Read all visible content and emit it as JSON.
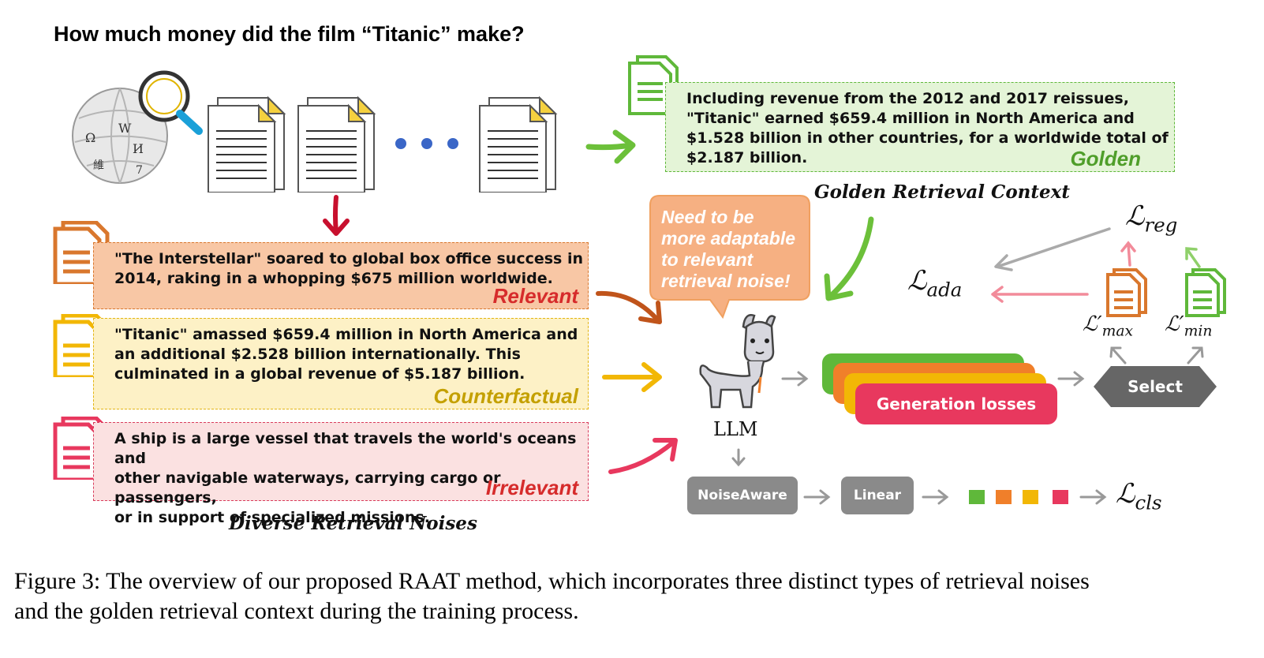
{
  "question": "How much money did the film “Titanic” make?",
  "golden": {
    "text": "Including revenue from the 2012 and 2017 reissues,\n\"Titanic\" earned $659.4 million in North America and\n$1.528 billion in other countries, for a worldwide total of\n$2.187 billion.",
    "tag": "Golden",
    "caption": "Golden Retrieval Context"
  },
  "noises": {
    "relevant": {
      "text": "\"The Interstellar\" soared to global box office success in\n2014, raking in a whopping $675 million worldwide.",
      "tag": "Relevant"
    },
    "counterfactual": {
      "text": "\"Titanic\" amassed $659.4 million in North America and\nan additional $2.528 billion internationally. This\nculminated in a global revenue of $5.187 billion.",
      "tag": "Counterfactual"
    },
    "irrelevant": {
      "text": "A ship is a large vessel that travels the world's oceans and\nother navigable waterways, carrying cargo or passengers,\nor in support of specialized missions.",
      "tag": "Irrelevant"
    },
    "caption": "Diverse Retrieval Noises"
  },
  "bubble": "Need to be\nmore adaptable\nto relevant\nretrieval noise!",
  "llm_label": "LLM",
  "generation_losses": "Generation losses",
  "select": "Select",
  "noise_aware": "NoiseAware",
  "linear": "Linear",
  "losses": {
    "reg": "reg",
    "ada": "ada",
    "max": "max",
    "min": "min",
    "cls": "cls"
  },
  "colors": {
    "green": "#5fb83a",
    "orange": "#f07f2a",
    "yellow": "#f2b705",
    "pink": "#e8385e",
    "grey": "#8a8a8a"
  },
  "caption": "Figure 3: The overview of our proposed RAAT method, which incorporates three distinct types of retrieval noises\nand the golden retrieval context during the training process."
}
